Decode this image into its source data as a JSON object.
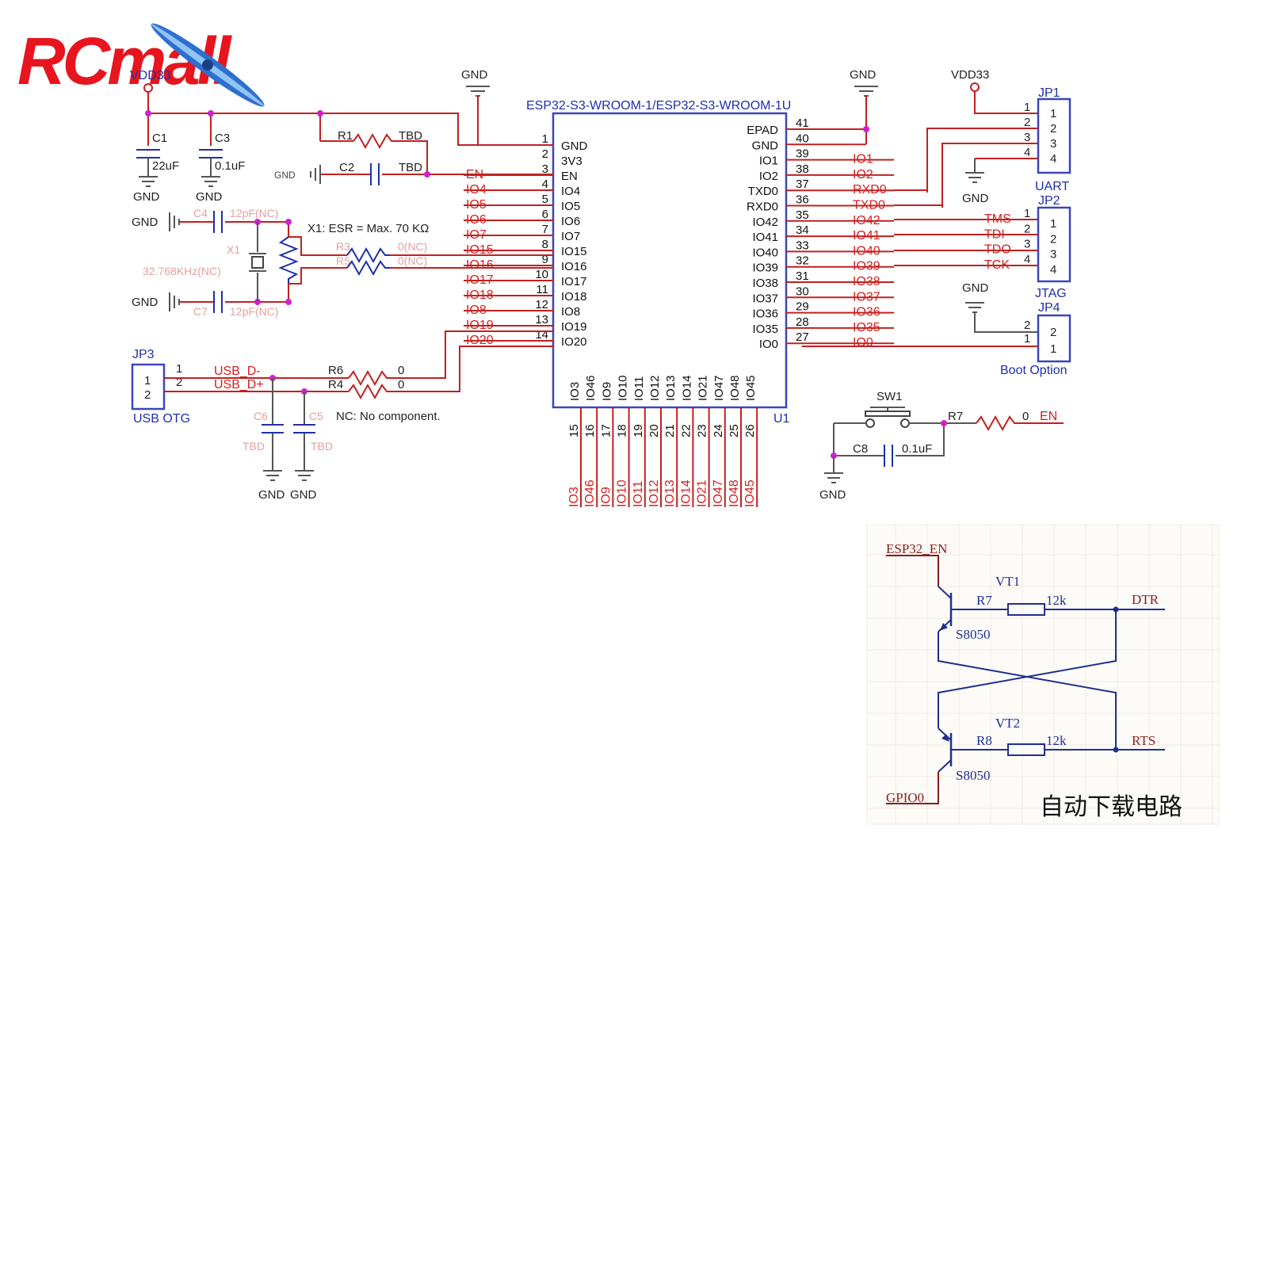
{
  "logo": {
    "text": "RCmall"
  },
  "schematic": {
    "module_title": "ESP32-S3-WROOM-1/ESP32-S3-WROOM-1U",
    "module_ref": "U1",
    "left_pins": [
      {
        "num": "1",
        "name": "GND",
        "net": ""
      },
      {
        "num": "2",
        "name": "3V3",
        "net": ""
      },
      {
        "num": "3",
        "name": "EN",
        "net": "EN"
      },
      {
        "num": "4",
        "name": "IO4",
        "net": "IO4"
      },
      {
        "num": "5",
        "name": "IO5",
        "net": "IO5"
      },
      {
        "num": "6",
        "name": "IO6",
        "net": "IO6"
      },
      {
        "num": "7",
        "name": "IO7",
        "net": "IO7"
      },
      {
        "num": "8",
        "name": "IO15",
        "net": "IO15"
      },
      {
        "num": "9",
        "name": "IO16",
        "net": "IO16"
      },
      {
        "num": "10",
        "name": "IO17",
        "net": "IO17"
      },
      {
        "num": "11",
        "name": "IO18",
        "net": "IO18"
      },
      {
        "num": "12",
        "name": "IO8",
        "net": "IO8"
      },
      {
        "num": "13",
        "name": "IO19",
        "net": "IO19"
      },
      {
        "num": "14",
        "name": "IO20",
        "net": "IO20"
      }
    ],
    "right_pins": [
      {
        "num": "41",
        "name": "EPAD",
        "net": ""
      },
      {
        "num": "40",
        "name": "GND",
        "net": ""
      },
      {
        "num": "39",
        "name": "IO1",
        "net": "IO1"
      },
      {
        "num": "38",
        "name": "IO2",
        "net": "IO2"
      },
      {
        "num": "37",
        "name": "TXD0",
        "net": "RXD0"
      },
      {
        "num": "36",
        "name": "RXD0",
        "net": "TXD0"
      },
      {
        "num": "35",
        "name": "IO42",
        "net": "IO42"
      },
      {
        "num": "34",
        "name": "IO41",
        "net": "IO41"
      },
      {
        "num": "33",
        "name": "IO40",
        "net": "IO40"
      },
      {
        "num": "32",
        "name": "IO39",
        "net": "IO39"
      },
      {
        "num": "31",
        "name": "IO38",
        "net": "IO38"
      },
      {
        "num": "30",
        "name": "IO37",
        "net": "IO37"
      },
      {
        "num": "29",
        "name": "IO36",
        "net": "IO36"
      },
      {
        "num": "28",
        "name": "IO35",
        "net": "IO35"
      },
      {
        "num": "27",
        "name": "IO0",
        "net": "IO0"
      }
    ],
    "bottom_pins": [
      {
        "num": "15",
        "name": "IO3",
        "net": "IO3"
      },
      {
        "num": "16",
        "name": "IO46",
        "net": "IO46"
      },
      {
        "num": "17",
        "name": "IO9",
        "net": "IO9"
      },
      {
        "num": "18",
        "name": "IO10",
        "net": "IO10"
      },
      {
        "num": "19",
        "name": "IO11",
        "net": "IO11"
      },
      {
        "num": "20",
        "name": "IO12",
        "net": "IO12"
      },
      {
        "num": "21",
        "name": "IO13",
        "net": "IO13"
      },
      {
        "num": "22",
        "name": "IO14",
        "net": "IO14"
      },
      {
        "num": "23",
        "name": "IO21",
        "net": "IO21"
      },
      {
        "num": "24",
        "name": "IO47",
        "net": "IO47"
      },
      {
        "num": "25",
        "name": "IO48",
        "net": "IO48"
      },
      {
        "num": "26",
        "name": "IO45",
        "net": "IO45"
      }
    ],
    "power": {
      "vdd33_left": "VDD33",
      "vdd33_right": "VDD33",
      "gnd": "GND"
    },
    "caps": {
      "c1_ref": "C1",
      "c1_val": "22uF",
      "c3_ref": "C3",
      "c3_val": "0.1uF",
      "c2_ref": "C2",
      "c2_val": "TBD",
      "c4_ref": "C4",
      "c4_val": "12pF(NC)",
      "c7_ref": "C7",
      "c7_val": "12pF(NC)",
      "c6_ref": "C6",
      "c6_val": "TBD",
      "c5_ref": "C5",
      "c5_val": "TBD",
      "c8_ref": "C8",
      "c8_val": "0.1uF"
    },
    "resistors": {
      "r1_ref": "R1",
      "r1_val": "TBD",
      "r3_ref": "R3",
      "r3_val": "0(NC)",
      "r5_ref": "R5",
      "r5_val": "0(NC)",
      "r6_ref": "R6",
      "r6_val": "0",
      "r4_ref": "R4",
      "r4_val": "0",
      "r7_ref": "R7",
      "r7_val": "0"
    },
    "crystal": {
      "ref": "X1",
      "note": "X1: ESR = Max. 70 KΩ",
      "freq": "32.768KHz(NC)"
    },
    "usb": {
      "ref": "JP3",
      "label": "USB OTG",
      "dminus": "USB_D-",
      "dplus": "USB_D+",
      "nc_note": "NC:  No  component."
    },
    "uart": {
      "ref": "JP1",
      "label": "UART",
      "pins": [
        "1",
        "2",
        "3",
        "4"
      ]
    },
    "jtag": {
      "ref": "JP2",
      "label": "JTAG",
      "pins": [
        "1",
        "2",
        "3",
        "4"
      ],
      "nets": [
        "TMS",
        "TDI",
        "TDO",
        "TCK"
      ]
    },
    "boot": {
      "ref": "JP4",
      "label": "Boot Option",
      "pins": [
        "2",
        "1"
      ]
    },
    "sw": {
      "ref": "SW1",
      "net": "EN"
    }
  },
  "autodl": {
    "title": "自动下载电路",
    "en_net": "ESP32_EN",
    "gpio_net": "GPIO0",
    "vt1": "VT1",
    "vt2": "VT2",
    "r7": "R7",
    "r8": "R8",
    "r7_val": "12k",
    "r8_val": "12k",
    "q1_part": "S8050",
    "q2_part": "S8050",
    "dtr": "DTR",
    "rts": "RTS"
  }
}
